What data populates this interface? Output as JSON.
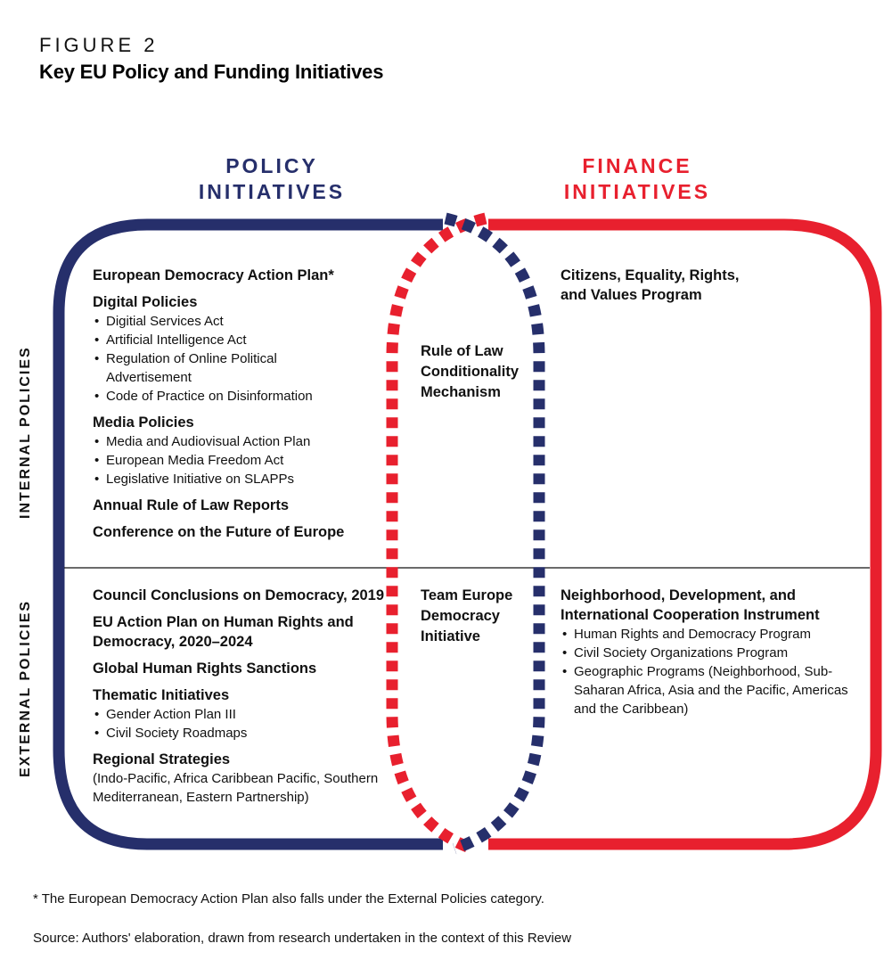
{
  "figure": {
    "label": "FIGURE 2",
    "title": "Key EU Policy and Funding Initiatives"
  },
  "columns": {
    "policy": {
      "line1": "POLICY",
      "line2": "INITIATIVES",
      "color": "#262f6b"
    },
    "finance": {
      "line1": "FINANCE",
      "line2": "INITIATIVES",
      "color": "#e8202e"
    }
  },
  "rows": {
    "internal": "INTERNAL POLICIES",
    "external": "EXTERNAL POLICIES"
  },
  "internal_policy": {
    "item1": "European Democracy Action Plan*",
    "digital": {
      "heading": "Digital Policies",
      "items": [
        "Digitial Services Act",
        "Artificial Intelligence Act",
        "Regulation of Online Political Advertisement",
        "Code of Practice on Disinformation"
      ]
    },
    "media": {
      "heading": "Media Policies",
      "items": [
        "Media and Audiovisual Action Plan",
        "European Media Freedom Act",
        "Legislative Initiative on SLAPPs"
      ]
    },
    "item2": "Annual Rule of Law Reports",
    "item3": "Conference on the Future of Europe"
  },
  "internal_center": {
    "text": "Rule of Law Conditionality Mechanism"
  },
  "internal_finance": {
    "text": "Citizens, Equality, Rights, and Values Program"
  },
  "external_policy": {
    "item1": "Council Conclusions on Democracy, 2019",
    "item2": "EU Action Plan on Human Rights and Democracy, 2020–2024",
    "item3": "Global Human Rights Sanctions",
    "thematic": {
      "heading": "Thematic Initiatives",
      "items": [
        "Gender Action Plan III",
        "Civil Society Roadmaps"
      ]
    },
    "regional": {
      "heading": "Regional Strategies",
      "detail": "(Indo-Pacific, Africa Caribbean Pacific, Southern Mediterranean, Eastern Partnership)"
    }
  },
  "external_center": {
    "text": "Team Europe Democracy Initiative"
  },
  "external_finance": {
    "heading": "Neighborhood, Development, and International Cooperation Instrument",
    "items": [
      "Human Rights and Democracy Program",
      "Civil Society Organizations Program",
      "Geographic Programs (Neighborhood, Sub-Saharan Africa, Asia and the Pacific, Americas and the Caribbean)"
    ]
  },
  "footnotes": {
    "note": "* The European Democracy Action Plan also falls under the External Policies category.",
    "source": "Source: Authors' elaboration, drawn from research undertaken in the context of this Review"
  }
}
